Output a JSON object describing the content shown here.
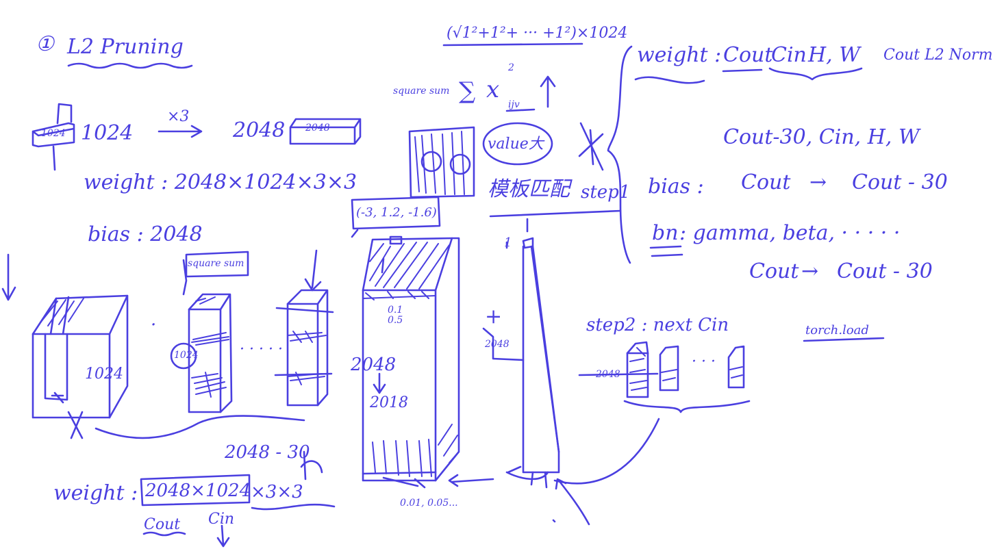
{
  "ink_color": "#4a3fe0",
  "left": {
    "title_num": "①",
    "title": "L2 Pruning",
    "in_box": "1024",
    "in_channels": "1024",
    "op": "×3",
    "out_channels": "2048",
    "out_box": "2048",
    "weight_line": "weight : 2048×1024×3×3",
    "bias_line": "bias : 2048",
    "cube_label": "1024",
    "col_tag": "square sum",
    "col_circle": "1024",
    "dots": "· · · · ·",
    "dot": "·",
    "minus": "2048 - 30",
    "weight_bottom_prefix": "weight :",
    "weight_bottom_box": "2048×1024",
    "weight_bottom_suffix": "×3×3",
    "cout": "Cout",
    "cin": "Cin"
  },
  "middle": {
    "top_formula": "(√1²+1²+ ··· +1²)×1024",
    "square_sum": "square sum",
    "sigma": "∑",
    "x_sym": "x",
    "x_sup": "2",
    "x_sub": "ijv",
    "value_label": "value大",
    "zh": "模板匹配",
    "vec": "(-3, 1.2, -1.6)",
    "tall_label": "2048",
    "tall_arrow": "↓",
    "tall_label2": "2018",
    "vals_inside": "0.1\n0.5",
    "bottom_vals": "0.01, 0.05...",
    "side_2048": "2048",
    "plus": "+",
    "step1": "step1",
    "mark_1": "1"
  },
  "right": {
    "weight": "weight :",
    "cout": "Cout",
    "cin": "Cin",
    "hw": "H, W",
    "note": "Cout L2 Norm",
    "line2": "Cout-30, Cin, H, W",
    "bias": "bias :",
    "bias_cout": "Cout",
    "bias_arrow": "→",
    "bias_res": "Cout - 30",
    "bn": "bn",
    "bn_rest": ": gamma, beta, · · · · ·",
    "bn_cout": "Cout",
    "bn_arrow": "→",
    "bn_res": "Cout - 30",
    "step2": "step2 : next Cin",
    "torch": "torch.load",
    "small_2048": "2048",
    "small_dots": "· · ·"
  }
}
